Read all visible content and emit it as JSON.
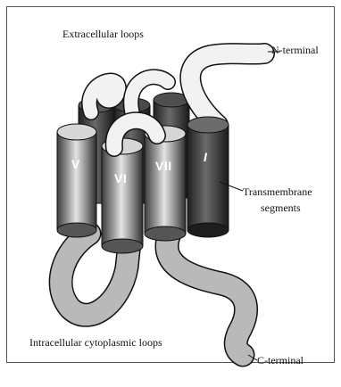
{
  "labels": {
    "extracellular_loops": "Extracellular loops",
    "n_terminal": "N-terminal",
    "transmembrane_segments": [
      "Transmembrane",
      "segments"
    ],
    "intracellular_loops": "Intracellular cytoplasmic loops",
    "c_terminal": "C-terminal"
  },
  "helices": [
    "V",
    "VI",
    "VII",
    "I"
  ],
  "colors": {
    "loop_fill": "#f2f2f2",
    "intracellular_fill": "#b9b9b9",
    "outline": "#111111",
    "cylinder_light": "#d4d4d4",
    "cylinder_mid": "#7a7a7a",
    "cylinder_dark": "#2b2b2b",
    "text": "#111111"
  }
}
